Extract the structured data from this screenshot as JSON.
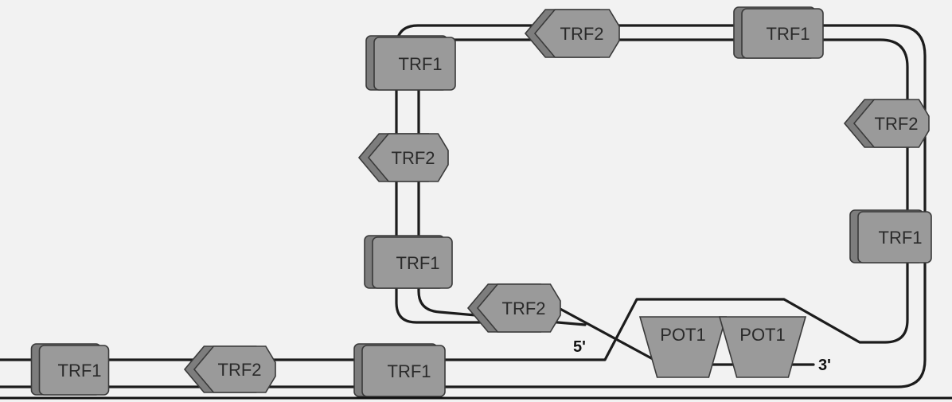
{
  "colors": {
    "background": "#f2f2f2",
    "line": "#1c1c1c",
    "protein_front": "#9a9a9a",
    "protein_back": "#7d7d7d",
    "outline": "#3a3a3a"
  },
  "labels": {
    "trf1": "TRF1",
    "trf2": "TRF2",
    "pot1": "POT1",
    "five_prime": "5'",
    "three_prime": "3'"
  },
  "proteins": [
    {
      "id": "trf1-bottom-1",
      "kind": "trf1"
    },
    {
      "id": "trf2-bottom-2",
      "kind": "trf2"
    },
    {
      "id": "trf1-bottom-3",
      "kind": "trf1"
    },
    {
      "id": "trf1-loop-topleft",
      "kind": "trf1"
    },
    {
      "id": "trf2-loop-top",
      "kind": "trf2"
    },
    {
      "id": "trf1-loop-topright",
      "kind": "trf1"
    },
    {
      "id": "trf2-loop-right",
      "kind": "trf2"
    },
    {
      "id": "trf1-loop-right",
      "kind": "trf1"
    },
    {
      "id": "trf2-loop-left",
      "kind": "trf2"
    },
    {
      "id": "trf1-loop-left",
      "kind": "trf1"
    },
    {
      "id": "trf2-dloop",
      "kind": "trf2"
    },
    {
      "id": "pot1-a",
      "kind": "pot1"
    },
    {
      "id": "pot1-b",
      "kind": "pot1"
    }
  ]
}
